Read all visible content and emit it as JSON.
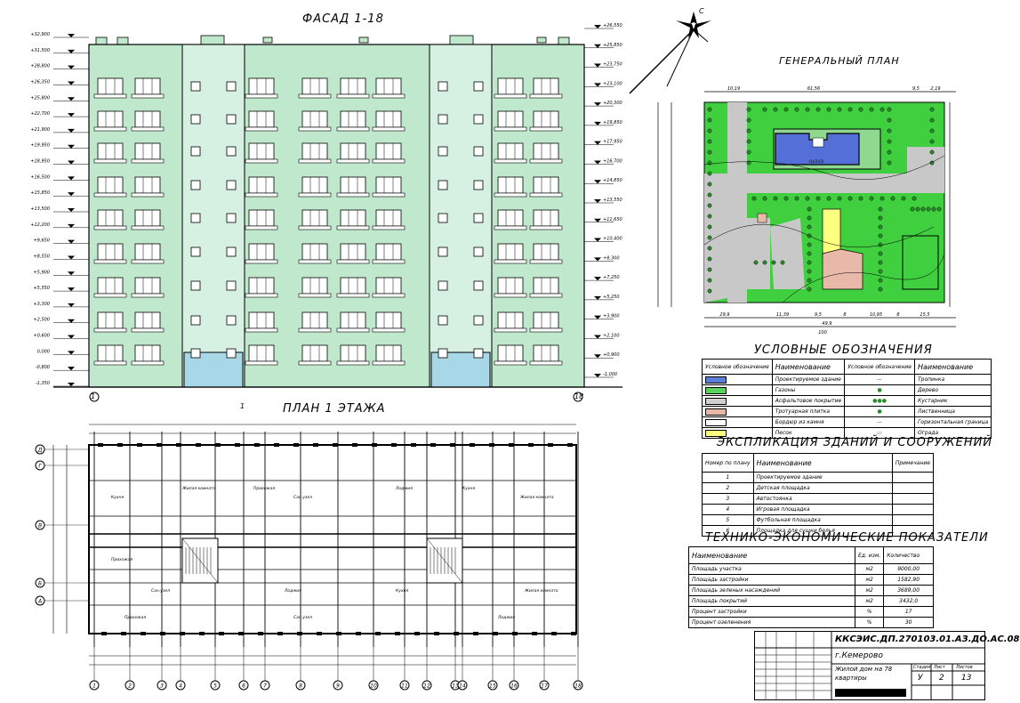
{
  "facade": {
    "title": "ФАСАД 1-18",
    "axis_left": "1",
    "axis_right": "18",
    "levels_left": [
      "+32,900",
      "+31,500",
      "+28,800",
      "+26,350",
      "+25,800",
      "+22,700",
      "+21,900",
      "+19,950",
      "+18,950",
      "+16,500",
      "+15,850",
      "+13,500",
      "+12,200",
      "+9,650",
      "+8,550",
      "+5,900",
      "+5,550",
      "+3,300",
      "+2,500",
      "+0,600",
      "0,000",
      "-0,800",
      "-1,350"
    ],
    "levels_right": [
      "+26,550",
      "+25,850",
      "+23,750",
      "+23,100",
      "+20,300",
      "+19,850",
      "+17,950",
      "+16,700",
      "+14,850",
      "+13,550",
      "+11,650",
      "+10,400",
      "+8,300",
      "+7,250",
      "+5,250",
      "+3,900",
      "+2,100",
      "+0,900",
      "-1,000"
    ]
  },
  "plan": {
    "title": "ПЛАН 1 ЭТАЖА",
    "section_mark": "1",
    "axes_bottom": [
      "1",
      "2",
      "3",
      "4",
      "5",
      "6",
      "7",
      "8",
      "9",
      "10",
      "11",
      "12",
      "13",
      "14",
      "15",
      "16",
      "17",
      "18"
    ],
    "axes_left": [
      "Д",
      "Г",
      "В",
      "Б",
      "А"
    ],
    "room_labels": [
      "Кухня",
      "Жилая комната",
      "Прихожая",
      "Сан.узел",
      "Лоджия"
    ]
  },
  "site_plan": {
    "title": "ГЕНЕРАЛЬНЫЙ ПЛАН",
    "north": "С",
    "building_label": "(1)(2)(3)",
    "dims_top": [
      "10,19",
      "61,56",
      "9,5",
      "2,19"
    ],
    "dims_bottom": [
      "29,9",
      "11,39",
      "9,5",
      "8",
      "10,95",
      "8",
      "15,5"
    ],
    "dims_bottom_total": [
      "49,9",
      "100"
    ]
  },
  "legend": {
    "title": "УСЛОВНЫЕ ОБОЗНАЧЕНИЯ",
    "header": [
      "Условное обозначение",
      "Наименование",
      "Условное обозначение",
      "Наименование"
    ],
    "left": [
      {
        "name": "Проектируемое здание",
        "color": "#5b7fd6"
      },
      {
        "name": "Газоны",
        "color": "#5ad35a"
      },
      {
        "name": "Асфальтовое покрытие",
        "color": "#d0d0d0"
      },
      {
        "name": "Тротуарная плитка",
        "color": "#e8b9a8"
      },
      {
        "name": "Бордюр из камня",
        "color": "#ffffff"
      },
      {
        "name": "Песок",
        "color": "#ffff80"
      }
    ],
    "right": [
      {
        "name": "Тропинка",
        "symbol": "—"
      },
      {
        "name": "Дерево",
        "symbol": "●"
      },
      {
        "name": "Кустарник",
        "symbol": "●●●"
      },
      {
        "name": "Лиственница",
        "symbol": "●"
      },
      {
        "name": "Горизонтальная граница",
        "symbol": "—"
      },
      {
        "name": "Ограда",
        "symbol": "▭"
      }
    ]
  },
  "explication": {
    "title": "ЭКСПЛИКАЦИЯ ЗДАНИЙ И СООРУЖЕНИЙ",
    "header": [
      "Номер по плану",
      "Наименование",
      "Примечание"
    ],
    "rows": [
      [
        "1",
        "Проектируемое здание",
        ""
      ],
      [
        "2",
        "Детская площадка",
        ""
      ],
      [
        "3",
        "Автостоянка",
        ""
      ],
      [
        "4",
        "Игровая площадка",
        ""
      ],
      [
        "5",
        "Футбольная площадка",
        ""
      ],
      [
        "6",
        "Площадка для сушки белья",
        ""
      ]
    ]
  },
  "tep": {
    "title": "ТЕХНИКО-ЭКОНОМИЧЕСКИЕ ПОКАЗАТЕЛИ",
    "header": [
      "Наименование",
      "Ед. изм.",
      "Количество"
    ],
    "rows": [
      [
        "Площадь участка",
        "м2",
        "9000,00"
      ],
      [
        "Площадь застройки",
        "м2",
        "1582,90"
      ],
      [
        "Площадь зеленых насаждений",
        "м2",
        "3689,00"
      ],
      [
        "Площадь покрытий",
        "м2",
        "3432,0"
      ],
      [
        "Процент застройки",
        "%",
        "17"
      ],
      [
        "Процент озеленения",
        "%",
        "30"
      ]
    ]
  },
  "stamp": {
    "code": "ККСЭИС.ДП.270103.01.АЗ.ДО.АС.08",
    "city": "г.Кемерово",
    "object_line1": "Жилой дом на 78",
    "object_line2": "квартиры",
    "stage_header": "Стадия",
    "sheet_header": "Лист",
    "sheets_header": "Листов",
    "stage": "У",
    "sheet": "2",
    "sheets": "13"
  },
  "colors": {
    "facade_green": "#bfe8cc",
    "facade_stair": "#d6f0e2",
    "lawn": "#3fcf3f",
    "asphalt": "#c8c8c8",
    "building": "#5470d8"
  }
}
